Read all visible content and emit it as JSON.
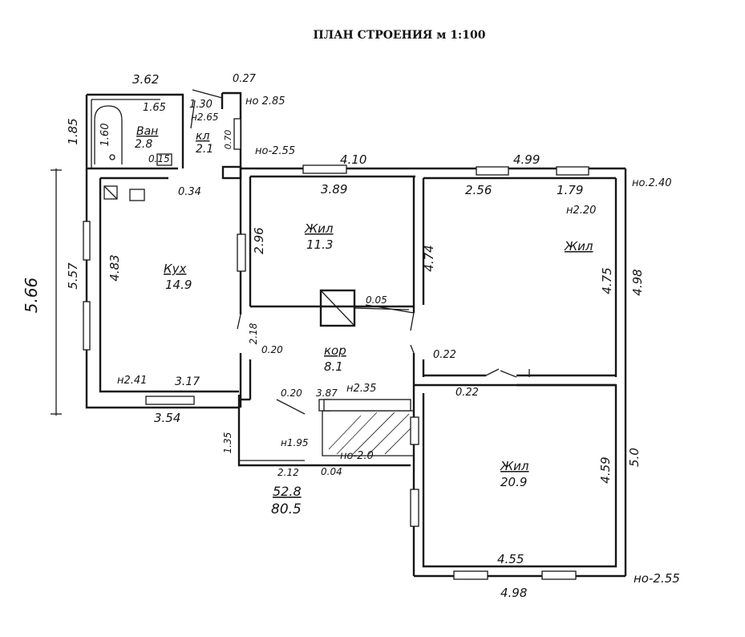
{
  "title": "ПЛАН СТРОЕНИЯ м 1:100",
  "overall": {
    "total_length": "5.66"
  },
  "rooms": {
    "bath": {
      "name": "Ван",
      "area": "2.8",
      "dim_top": "1.65",
      "dim_side": "1.60",
      "dim_small": "0.15"
    },
    "pantry": {
      "name": "кл",
      "area": "2.1",
      "dim_side": "0.70",
      "dim_top": "1.30"
    },
    "kitchen": {
      "name": "Кух",
      "area": "14.9",
      "dim_side": "4.83",
      "dim_bottom": "3.17",
      "height": "н2.41"
    },
    "living1": {
      "name": "Жил",
      "area": "11.3",
      "dim_top": "3.89",
      "dim_side": "2.96"
    },
    "living2": {
      "name": "Жил",
      "dim_top": "2.56",
      "dim_top2": "1.79",
      "dim_side": "4.75",
      "height": "н2.20",
      "dim_left": "4.74"
    },
    "corridor": {
      "name": "кор",
      "area": "8.1",
      "dim_top": "2.18",
      "dim_small": "0.20"
    },
    "living3": {
      "name": "Жил",
      "area": "20.9",
      "dim_side": "4.59",
      "dim_bottom": "4.55"
    }
  },
  "dims": {
    "top_left": "3.62",
    "top_mid": "4.10",
    "top_right": "4.99",
    "left_outer": "5.57",
    "left_bath": "1.85",
    "bottom_left": "3.54",
    "right_upper": "4.98",
    "right_lower": "5.0",
    "bottom_right": "4.98",
    "d027": "0.27",
    "d034": "0.34",
    "d022a": "0.22",
    "d022b": "0.22",
    "d020": "0.20",
    "d387": "3.87",
    "d135": "1.35",
    "d212": "2.12",
    "d004": "0.04",
    "d005": "0.05"
  },
  "heights": {
    "h285": "но 2.85",
    "h265": "н2.65",
    "h255a": "но-2.55",
    "h240": "но.2.40",
    "h235": "н2.35",
    "h195": "н1.95",
    "h20": "но-2.0",
    "h255b": "но-2.55"
  },
  "summary": {
    "living": "52.8",
    "total": "80.5"
  }
}
